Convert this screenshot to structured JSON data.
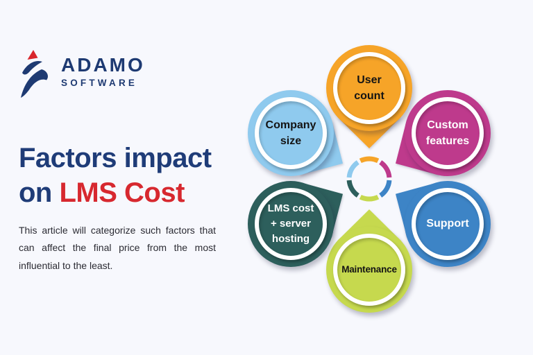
{
  "background_color": "#F7F8FD",
  "logo": {
    "brand": "ADAMO",
    "subtitle": "SOFTWARE",
    "navy_color": "#1E3A72",
    "red_color": "#D9262C"
  },
  "headline": {
    "line1": "Factors impact",
    "line2_prefix": "on ",
    "line2_highlight": "LMS Cost",
    "navy_color": "#1F3C78",
    "red_color": "#D7282F"
  },
  "description": "This article will categorize such factors that can affect the final price from the most influential to the least.",
  "diagram": {
    "bubbles": [
      {
        "id": "user-count",
        "lines": [
          "User",
          "count"
        ],
        "color": "#F6A428",
        "text_color": "#141414"
      },
      {
        "id": "custom-features",
        "lines": [
          "Custom",
          "features"
        ],
        "color": "#BE3A8C",
        "text_color": "#FFFFFF"
      },
      {
        "id": "support",
        "lines": [
          "Support"
        ],
        "color": "#3D84C6",
        "text_color": "#FFFFFF"
      },
      {
        "id": "maintenance",
        "lines": [
          "Maintenance"
        ],
        "color": "#C6D94E",
        "text_color": "#141414"
      },
      {
        "id": "lms-cost-server-hosting",
        "lines": [
          "LMS cost",
          "+ server",
          "hosting"
        ],
        "color": "#2D5F5C",
        "text_color": "#FFFFFF"
      },
      {
        "id": "company-size",
        "lines": [
          "Company",
          "size"
        ],
        "color": "#8FCAEE",
        "text_color": "#141414"
      }
    ],
    "ring_colors": [
      "#F6A428",
      "#BE3A8C",
      "#3D84C6",
      "#C6D94E",
      "#2D5F5C",
      "#8FCAEE"
    ]
  }
}
